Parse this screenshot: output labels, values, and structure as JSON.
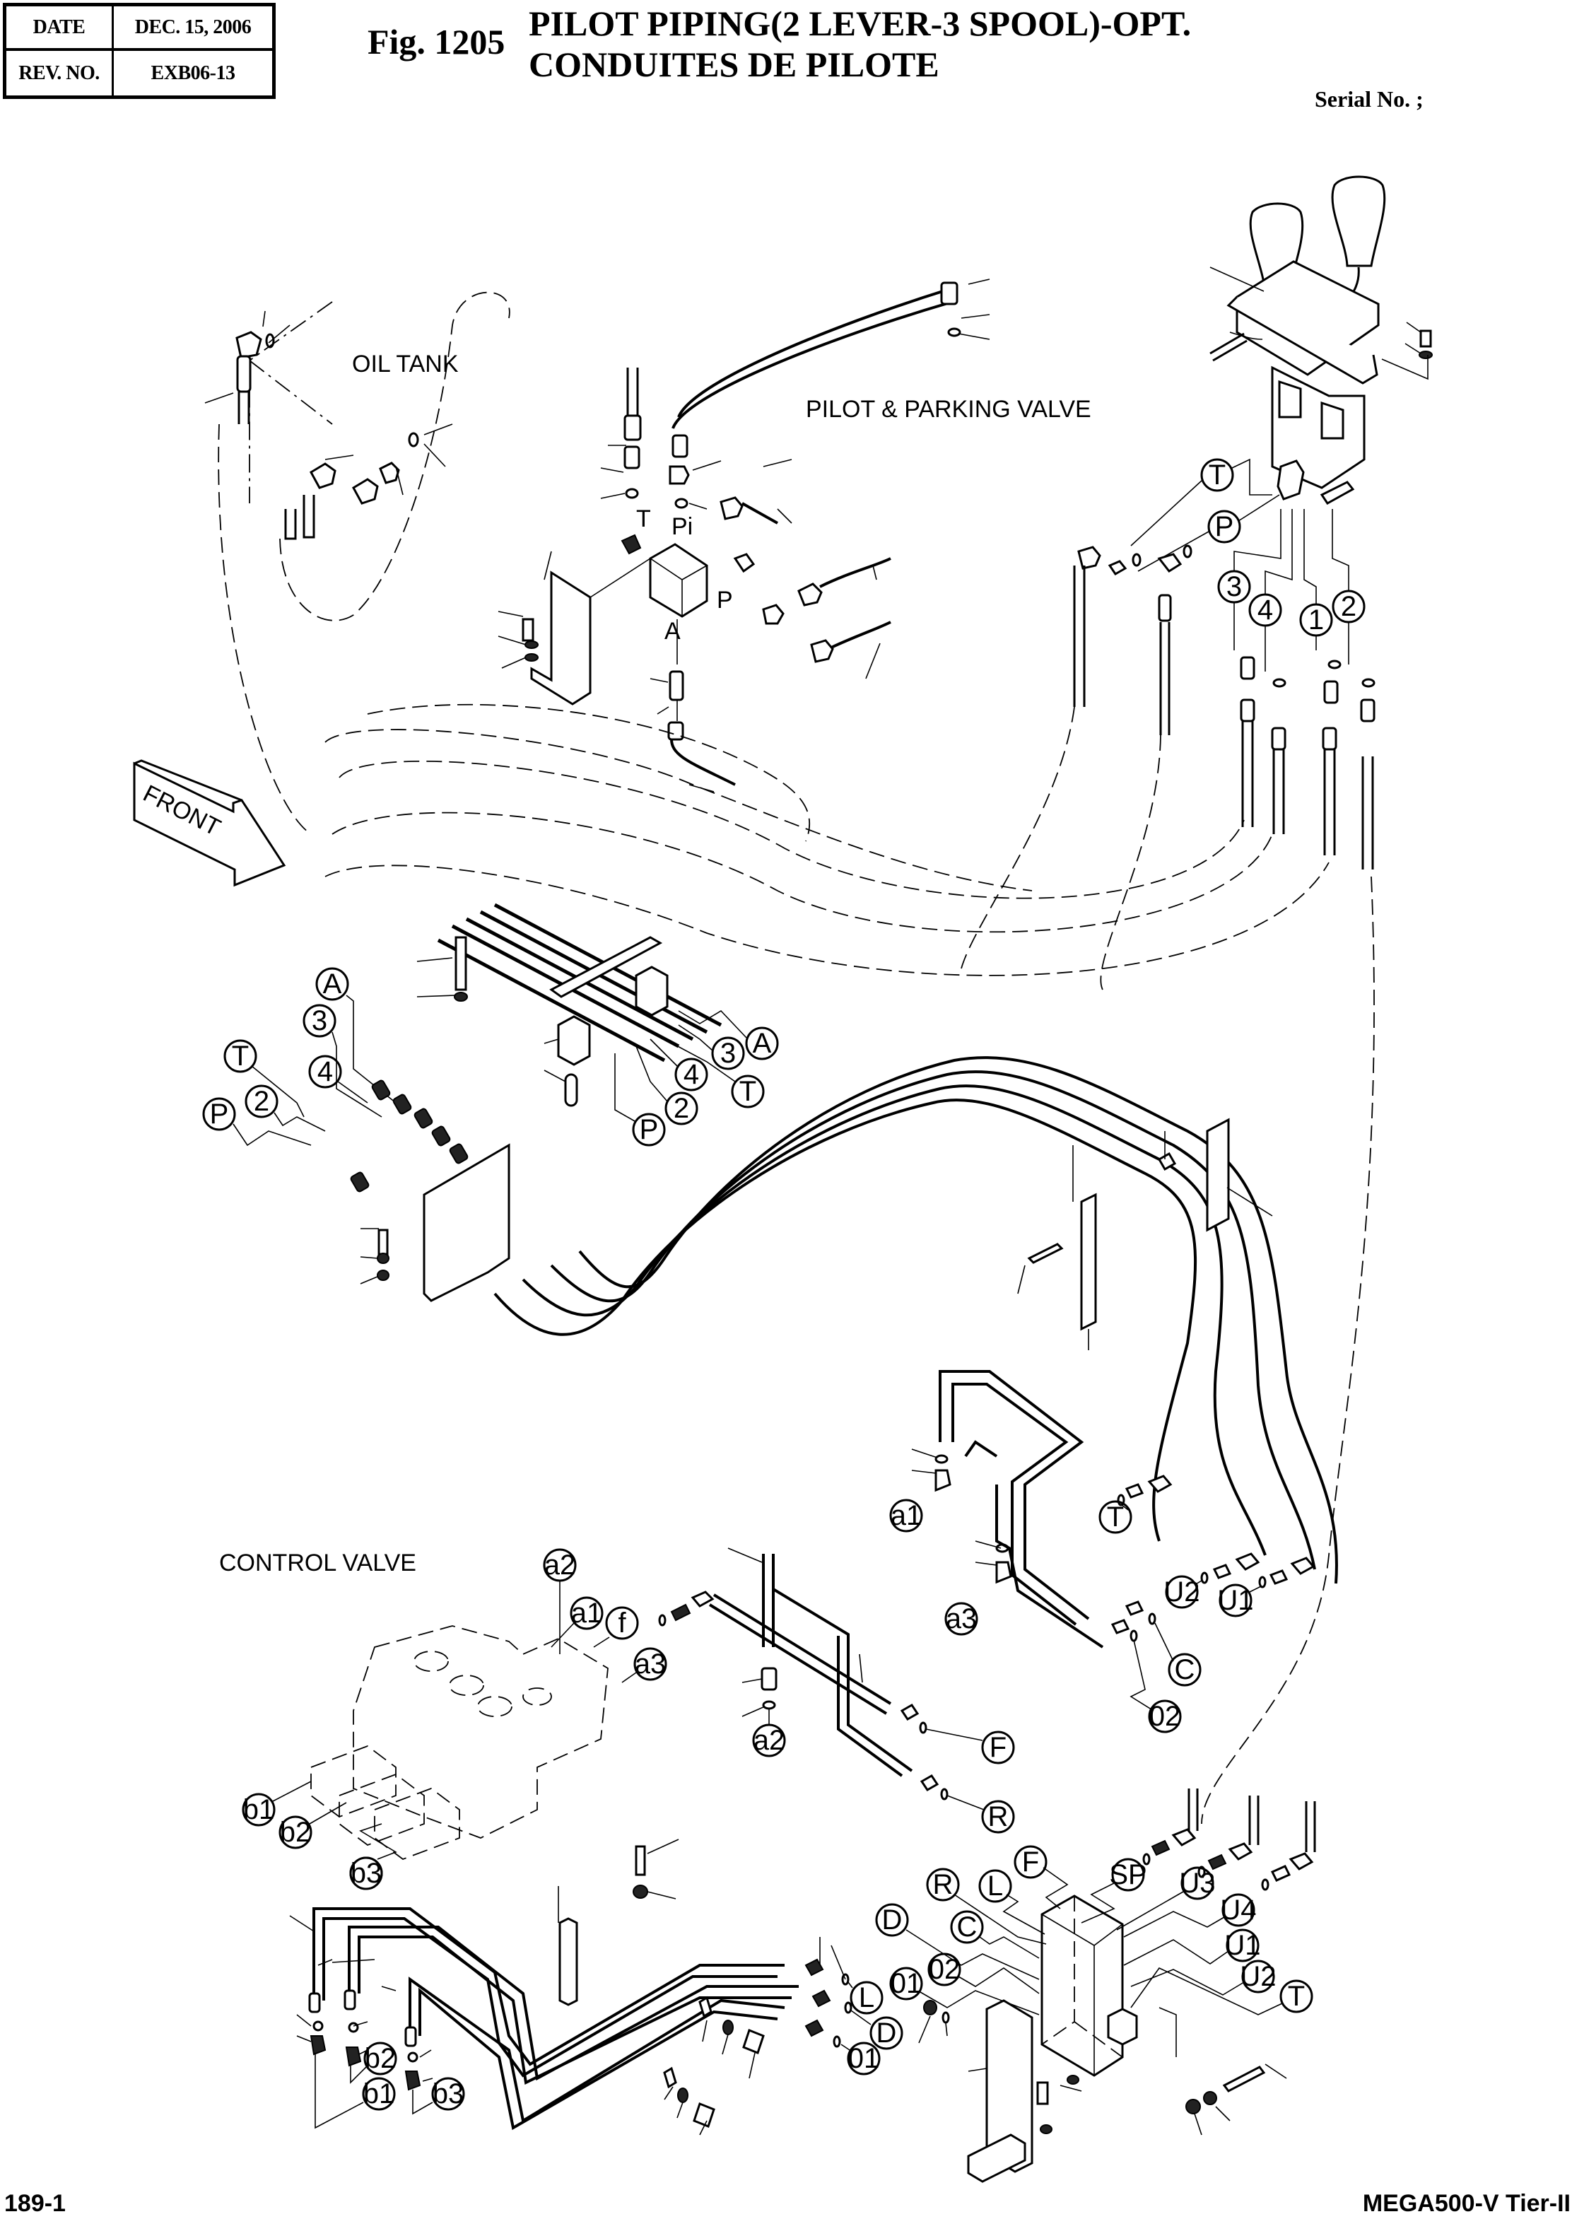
{
  "header": {
    "date_label": "DATE",
    "date_value": "DEC. 15, 2006",
    "rev_label": "REV. NO.",
    "rev_value": "EXB06-13",
    "fig_number": "Fig. 1205",
    "title_en": "PILOT PIPING(2 LEVER-3 SPOOL)-OPT.",
    "title_fr": "CONDUITES DE PILOTE",
    "serial_label": "Serial No. ;"
  },
  "footer": {
    "page": "189-1",
    "model": "MEGA500-V Tier-II"
  },
  "sections": {
    "oil_tank": "OIL TANK",
    "pilot_parking_valve": "PILOT & PARKING VALVE",
    "control_valve": "CONTROL VALVE",
    "front_arrow": "FRONT"
  },
  "port_letters": {
    "block_T": "T",
    "block_Pi": "Pi",
    "block_P": "P",
    "block_A": "A"
  },
  "callouts": {
    "joystick": [
      "T",
      "P",
      "3",
      "4",
      "1",
      "2"
    ],
    "manifold_left": [
      "A",
      "3",
      "T",
      "4",
      "2",
      "P"
    ],
    "manifold_right": [
      "A",
      "3",
      "T",
      "4",
      "2",
      "P"
    ],
    "control_valve": [
      "a2",
      "a1",
      "f",
      "a3",
      "b1",
      "b2",
      "b3"
    ],
    "mid_lines": [
      "a1",
      "a3",
      "T",
      "U2",
      "U1",
      "C",
      "02",
      "a2",
      "F",
      "R"
    ],
    "distribution_block": [
      "R",
      "L",
      "F",
      "SP",
      "U3",
      "U4",
      "D",
      "C",
      "U1",
      "02",
      "U2",
      "01",
      "T"
    ],
    "lower_lines": [
      "b3",
      "b2",
      "b1",
      "b3",
      "L",
      "D",
      "01"
    ]
  }
}
